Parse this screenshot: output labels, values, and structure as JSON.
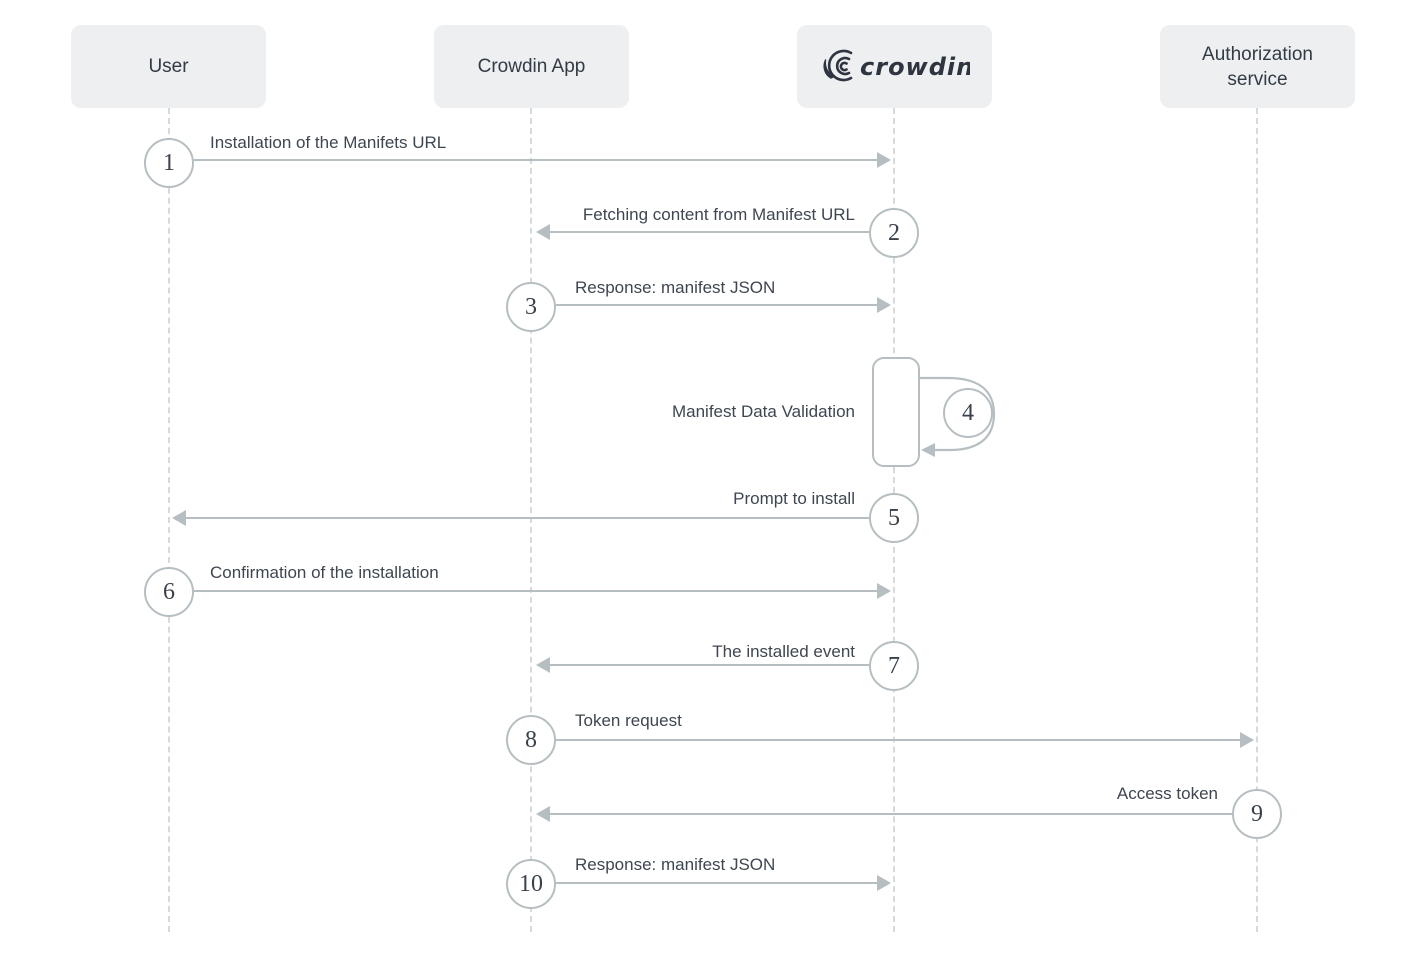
{
  "diagram": {
    "actors": [
      {
        "id": "user",
        "label": "User"
      },
      {
        "id": "crowdin-app",
        "label": "Crowdin App"
      },
      {
        "id": "crowdin",
        "label": "crowdin",
        "type": "logo"
      },
      {
        "id": "authorization-service",
        "label": "Authorization service"
      }
    ],
    "steps": [
      {
        "number": "1",
        "label": "Installation of the Manifets URL",
        "from": "User",
        "to": "crowdin"
      },
      {
        "number": "2",
        "label": "Fetching content from Manifest URL",
        "from": "crowdin",
        "to": "Crowdin App"
      },
      {
        "number": "3",
        "label": "Response: manifest JSON",
        "from": "Crowdin App",
        "to": "crowdin"
      },
      {
        "number": "4",
        "label": "Manifest Data Validation",
        "from": "crowdin",
        "to": "crowdin"
      },
      {
        "number": "5",
        "label": "Prompt to install",
        "from": "crowdin",
        "to": "User"
      },
      {
        "number": "6",
        "label": "Confirmation of the installation",
        "from": "User",
        "to": "crowdin"
      },
      {
        "number": "7",
        "label": "The installed event",
        "from": "crowdin",
        "to": "Crowdin App"
      },
      {
        "number": "8",
        "label": "Token request",
        "from": "Crowdin App",
        "to": "Authorization service"
      },
      {
        "number": "9",
        "label": "Access token",
        "from": "Authorization service",
        "to": "Crowdin App"
      },
      {
        "number": "10",
        "label": "Response: manifest JSON",
        "from": "Crowdin App",
        "to": "crowdin"
      }
    ],
    "colors": {
      "actor_box_bg": "#edeff1",
      "actor_text": "#333b45",
      "arrow": "#b6bec2",
      "lifeline": "#d6dadc",
      "label_text": "#3e4651",
      "logo": "#2e3440",
      "background": "#ffffff"
    }
  }
}
